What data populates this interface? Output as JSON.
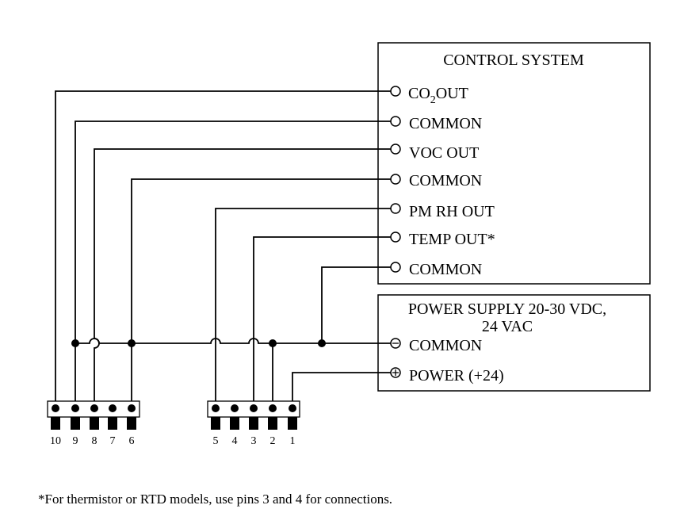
{
  "control_system": {
    "title": "CONTROL SYSTEM",
    "terminals": [
      {
        "label_main": "CO",
        "label_sub": "2",
        "label_rest": "OUT"
      },
      {
        "label_main": "COMMON",
        "label_sub": "",
        "label_rest": ""
      },
      {
        "label_main": "VOC OUT",
        "label_sub": "",
        "label_rest": ""
      },
      {
        "label_main": "COMMON",
        "label_sub": "",
        "label_rest": ""
      },
      {
        "label_main": "PM RH OUT",
        "label_sub": "",
        "label_rest": ""
      },
      {
        "label_main": "TEMP OUT*",
        "label_sub": "",
        "label_rest": ""
      },
      {
        "label_main": "COMMON",
        "label_sub": "",
        "label_rest": ""
      }
    ]
  },
  "power_supply": {
    "title_line1": "POWER SUPPLY 20-30 VDC,",
    "title_line2": "24 VAC",
    "common_label": "COMMON",
    "power_label": "POWER (+24)",
    "common_symbol": "minus-terminal",
    "power_symbol": "plus-terminal"
  },
  "connector_left": {
    "pins": [
      "10",
      "9",
      "8",
      "7",
      "6"
    ]
  },
  "connector_right": {
    "pins": [
      "5",
      "4",
      "3",
      "2",
      "1"
    ]
  },
  "footnote": "*For thermistor or RTD models, use pins 3 and 4 for connections."
}
